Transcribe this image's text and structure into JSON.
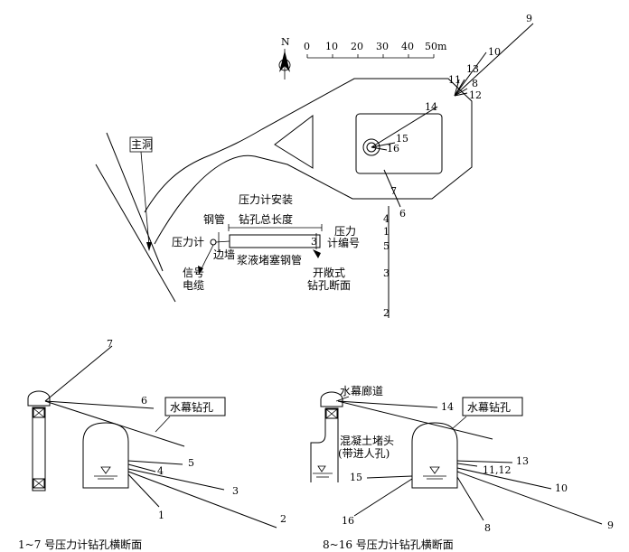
{
  "plan": {
    "north": "N",
    "scale": {
      "ticks": [
        "0",
        "10",
        "20",
        "30",
        "40",
        "50"
      ],
      "unit": "m"
    },
    "main_tunnel": "主洞",
    "install_title": "压力计安装",
    "total_length": "钻孔总长度",
    "steel_pipe": "钢管",
    "pressure_gauge": "压力计",
    "side_wall": "边墙",
    "signal_cable": [
      "信号",
      "电缆"
    ],
    "grout_plug": "浆液堵塞钢管",
    "gauge_no_label": [
      "压力",
      "计编号"
    ],
    "open_section": [
      "开敞式",
      "钻孔断面"
    ],
    "legend_gauge_no": "3",
    "hole_labels": [
      "9",
      "10",
      "13",
      "11",
      "8",
      "12",
      "14",
      "15",
      "16",
      "7",
      "6",
      "4",
      "1",
      "5",
      "3",
      "2"
    ]
  },
  "section_left": {
    "caption": "1~7 号压力计钻孔横断面",
    "box_label": "水幕钻孔",
    "hole_labels": [
      "7",
      "6",
      "5",
      "4",
      "3",
      "1",
      "2"
    ]
  },
  "section_right": {
    "caption": "8~16 号压力计钻孔横断面",
    "gallery": "水幕廊道",
    "box_label": "水幕钻孔",
    "plug": [
      "混凝土堵头",
      "(带进人孔)"
    ],
    "hole_labels": [
      "14",
      "13",
      "11,12",
      "10",
      "15",
      "16",
      "8",
      "9"
    ]
  }
}
